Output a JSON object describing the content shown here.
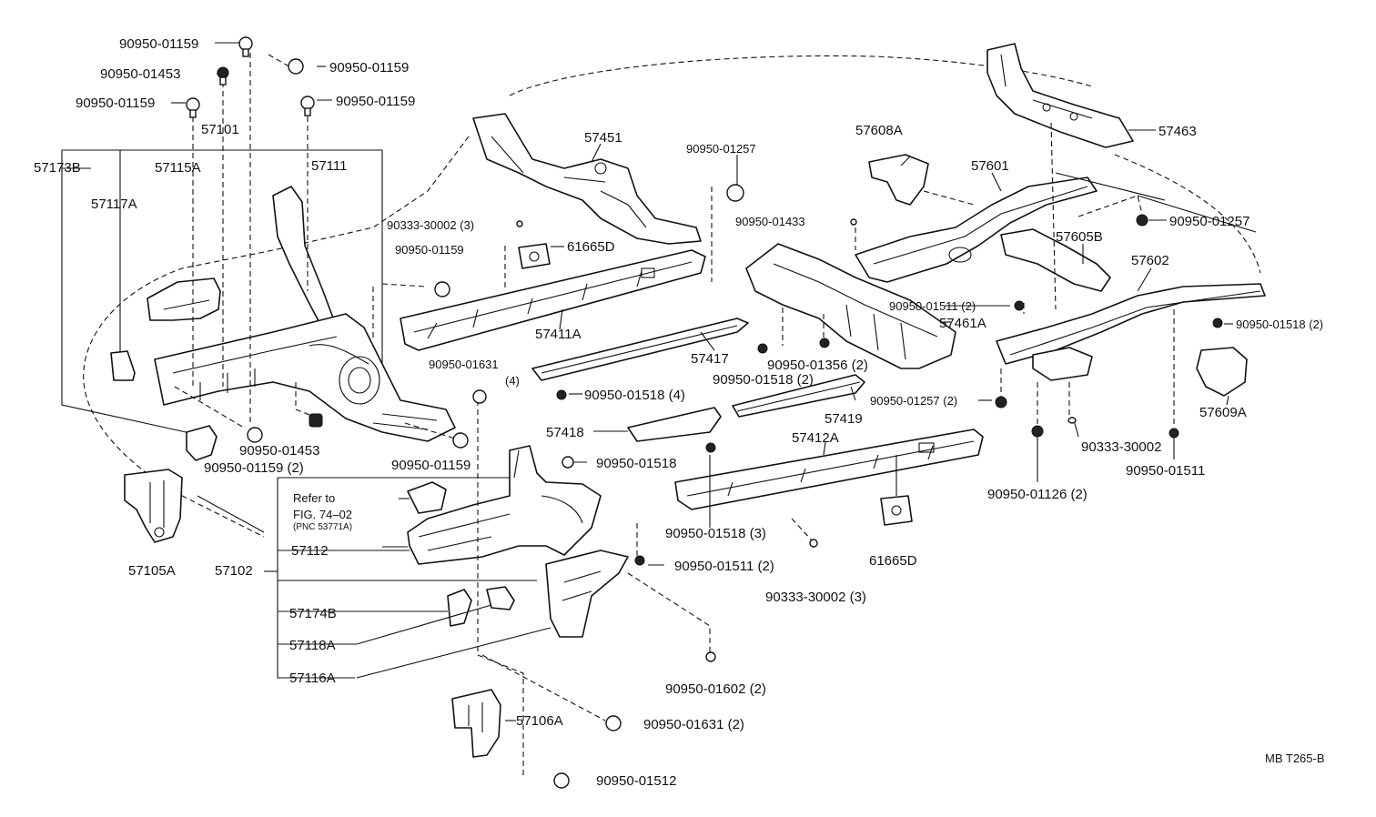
{
  "diagram_code": "MB T265-B",
  "refer": {
    "line1": "Refer to",
    "line2": "FIG. 74–02",
    "line3": "(PNC 53771A)"
  },
  "labels": [
    {
      "id": "l01",
      "text": "90950-01159"
    },
    {
      "id": "l02",
      "text": "90950-01453"
    },
    {
      "id": "l03",
      "text": "90950-01159"
    },
    {
      "id": "l04",
      "text": "90950-01159"
    },
    {
      "id": "l05",
      "text": "90950-01159"
    },
    {
      "id": "l06",
      "text": "57101"
    },
    {
      "id": "l07",
      "text": "57173B"
    },
    {
      "id": "l08",
      "text": "57115A"
    },
    {
      "id": "l09",
      "text": "57111"
    },
    {
      "id": "l10",
      "text": "57117A"
    },
    {
      "id": "l11",
      "text": "90950-01159 (2)"
    },
    {
      "id": "l12",
      "text": "90950-01453"
    },
    {
      "id": "l13",
      "text": "90950-01159"
    },
    {
      "id": "l14",
      "text": "57105A"
    },
    {
      "id": "l15",
      "text": "57102"
    },
    {
      "id": "l16",
      "text": "57112"
    },
    {
      "id": "l17",
      "text": "57174B"
    },
    {
      "id": "l18",
      "text": "57118A"
    },
    {
      "id": "l19",
      "text": "57116A"
    },
    {
      "id": "l20",
      "text": "57106A"
    },
    {
      "id": "l21",
      "text": "90950-01631 (2)"
    },
    {
      "id": "l22",
      "text": "90950-01512"
    },
    {
      "id": "l23",
      "text": "57451"
    },
    {
      "id": "l24",
      "text": "90333-30002 (3)"
    },
    {
      "id": "l25",
      "text": "90950-01159"
    },
    {
      "id": "l26",
      "text": "61665D"
    },
    {
      "id": "l27",
      "text": "57411A"
    },
    {
      "id": "l28",
      "text": "90950-01631"
    },
    {
      "id": "l29",
      "text": "(4)"
    },
    {
      "id": "l30",
      "text": "57417"
    },
    {
      "id": "l31",
      "text": "90950-01518 (4)"
    },
    {
      "id": "l32",
      "text": "57418"
    },
    {
      "id": "l33",
      "text": "90950-01518"
    },
    {
      "id": "l34",
      "text": "90950-01518 (3)"
    },
    {
      "id": "l35",
      "text": "90950-01511 (2)"
    },
    {
      "id": "l36",
      "text": "90950-01602 (2)"
    },
    {
      "id": "l37",
      "text": "90950-01257"
    },
    {
      "id": "l38",
      "text": "90950-01433"
    },
    {
      "id": "l39",
      "text": "57461A"
    },
    {
      "id": "l40",
      "text": "90950-01356 (2)"
    },
    {
      "id": "l41",
      "text": "90950-01518 (2)"
    },
    {
      "id": "l42",
      "text": "90950-01257 (2)"
    },
    {
      "id": "l43",
      "text": "57419"
    },
    {
      "id": "l44",
      "text": "57412A"
    },
    {
      "id": "l45",
      "text": "61665D"
    },
    {
      "id": "l46",
      "text": "90333-30002 (3)"
    },
    {
      "id": "l47",
      "text": "57608A"
    },
    {
      "id": "l48",
      "text": "57601"
    },
    {
      "id": "l49",
      "text": "57463"
    },
    {
      "id": "l50",
      "text": "90950-01257"
    },
    {
      "id": "l51",
      "text": "57605B"
    },
    {
      "id": "l52",
      "text": "57602"
    },
    {
      "id": "l53",
      "text": "90950-01511 (2)"
    },
    {
      "id": "l54",
      "text": "90950-01518 (2)"
    },
    {
      "id": "l55",
      "text": "57609A"
    },
    {
      "id": "l56",
      "text": "90333-30002"
    },
    {
      "id": "l57",
      "text": "90950-01511"
    },
    {
      "id": "l58",
      "text": "90950-01126 (2)"
    }
  ]
}
